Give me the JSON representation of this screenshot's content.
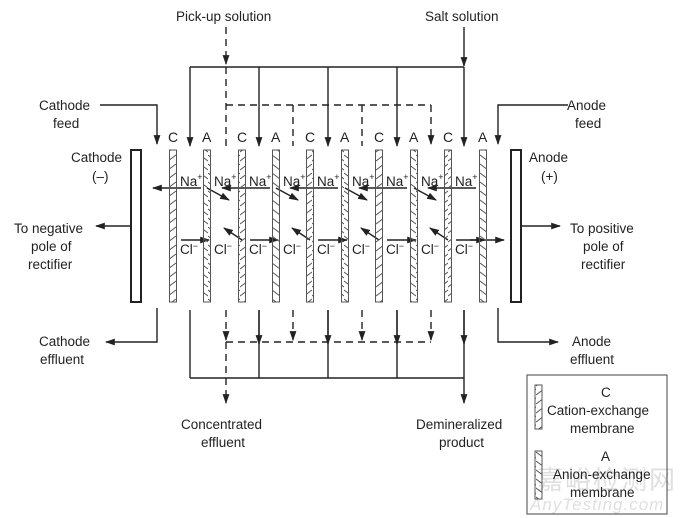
{
  "diagram": {
    "title": "Electrodialysis cell",
    "inputs": {
      "pickup_solution": "Pick-up solution",
      "salt_solution": "Salt solution",
      "cathode_feed": [
        "Cathode",
        "feed"
      ],
      "anode_feed": [
        "Anode",
        "feed"
      ]
    },
    "electrodes": {
      "cathode": [
        "Cathode",
        "(–)"
      ],
      "anode": [
        "Anode",
        "(+)"
      ],
      "cathode_pole": [
        "To negative",
        "pole of",
        "rectifier"
      ],
      "anode_pole": [
        "To positive",
        "pole of",
        "rectifier"
      ]
    },
    "membranes": [
      "C",
      "A",
      "C",
      "A",
      "C",
      "A",
      "C",
      "A",
      "C",
      "A"
    ],
    "ions": {
      "cation": "Na",
      "cation_charge": "+",
      "anion": "Cl",
      "anion_charge": "−"
    },
    "outputs": {
      "cathode_effluent": [
        "Cathode",
        "effluent"
      ],
      "anode_effluent": [
        "Anode",
        "effluent"
      ],
      "concentrated_effluent": [
        "Concentrated",
        "effluent"
      ],
      "demineralized_product": [
        "Demineralized",
        "product"
      ]
    },
    "legend": {
      "cation_letter": "C",
      "cation_desc": [
        "Cation-exchange",
        "membrane"
      ],
      "anion_letter": "A",
      "anion_desc": [
        "Anion-exchange",
        "membrane"
      ]
    },
    "watermark": [
      "嘉峪检测网",
      "AnyTesting.com"
    ],
    "colors": {
      "line": "#222222",
      "membrane": "#555555",
      "watermark": "#d8d8d8"
    }
  }
}
